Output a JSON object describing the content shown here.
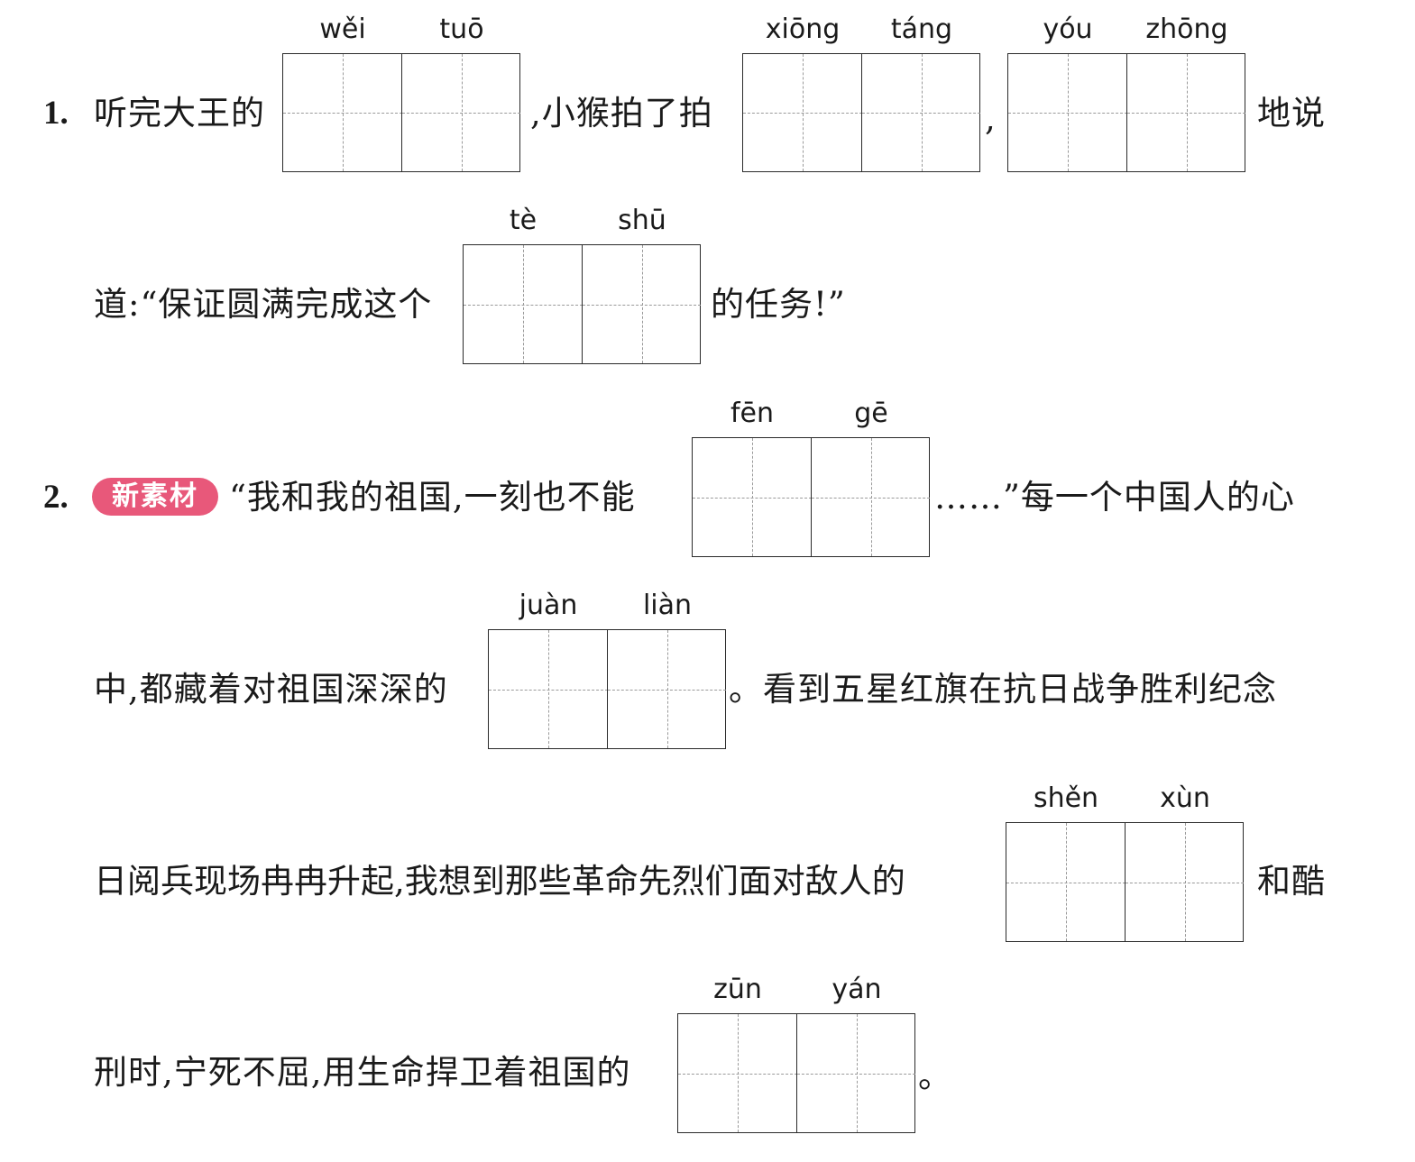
{
  "q1": {
    "number": "1.",
    "line1": {
      "t1": "听完大王的",
      "t2": ",小猴拍了拍",
      "t3": ",",
      "t4": "地说"
    },
    "line2": {
      "t1": "道:“保证圆满完成这个",
      "t2": "的任务!”"
    },
    "pinyin": {
      "b1": [
        "wěi",
        "tuō"
      ],
      "b2": [
        "xiōng",
        "táng"
      ],
      "b3": [
        "yóu",
        "zhōng"
      ],
      "b4": [
        "tè",
        "shū"
      ]
    }
  },
  "q2": {
    "number": "2.",
    "badge": "新素材",
    "line1": {
      "t1": "“我和我的祖国,一刻也不能",
      "t2": "……”每一个中国人的心"
    },
    "line2": {
      "t1": "中,都藏着对祖国深深的",
      "t2": "。看到五星红旗在抗日战争胜利纪念"
    },
    "line3": {
      "t1": "日阅兵现场冉冉升起,我想到那些革命先烈们面对敌人的",
      "t2": "和酷"
    },
    "line4": {
      "t1": "刑时,宁死不屈,用生命捍卫着祖国的",
      "t2": "。"
    },
    "pinyin": {
      "b1": [
        "fēn",
        "gē"
      ],
      "b2": [
        "juàn",
        "liàn"
      ],
      "b3": [
        "shěn",
        "xùn"
      ],
      "b4": [
        "zūn",
        "yán"
      ]
    }
  }
}
